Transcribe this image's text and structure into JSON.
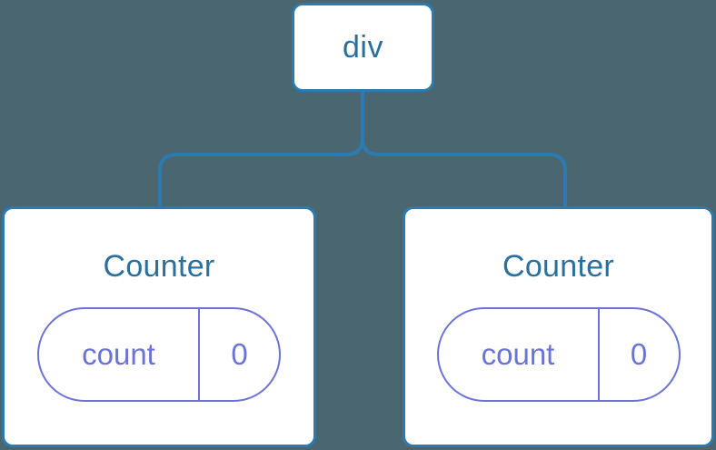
{
  "diagram": {
    "type": "component-tree",
    "background_color": "#4a6670",
    "node_border_color": "#2d7ab0",
    "node_title_color": "#2b6f9c",
    "state_color": "#6b74d4",
    "connector_color": "#2d7ab0",
    "root": {
      "label": "div"
    },
    "children": [
      {
        "label": "Counter",
        "state": {
          "key": "count",
          "value": "0"
        }
      },
      {
        "label": "Counter",
        "state": {
          "key": "count",
          "value": "0"
        }
      }
    ]
  }
}
